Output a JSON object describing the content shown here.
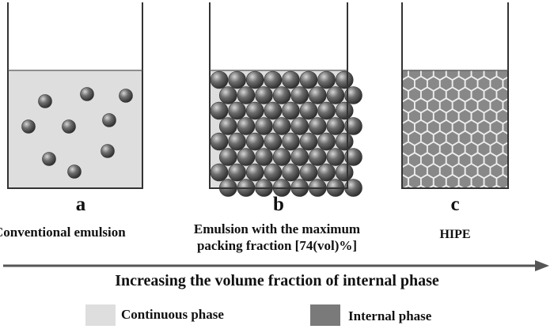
{
  "panels": [
    {
      "letter": "a",
      "caption_lines": [
        "Conventional emulsion"
      ]
    },
    {
      "letter": "b",
      "caption_lines": [
        "Emulsion with the maximum",
        "packing fraction  [74(vol)%]"
      ]
    },
    {
      "letter": "c",
      "caption_lines": [
        "HIPE"
      ]
    }
  ],
  "axis_label": "Increasing the volume fraction of internal phase",
  "legend": [
    {
      "label": "Continuous phase",
      "color": "#dedede"
    },
    {
      "label": "Internal phase",
      "color": "#7a7a7a"
    }
  ],
  "colors": {
    "continuous_phase": "#dedede",
    "droplet": "#5a5a5a",
    "hex_fill": "#888888",
    "hex_edge": "#eeeeee",
    "arrow": "#555555"
  }
}
